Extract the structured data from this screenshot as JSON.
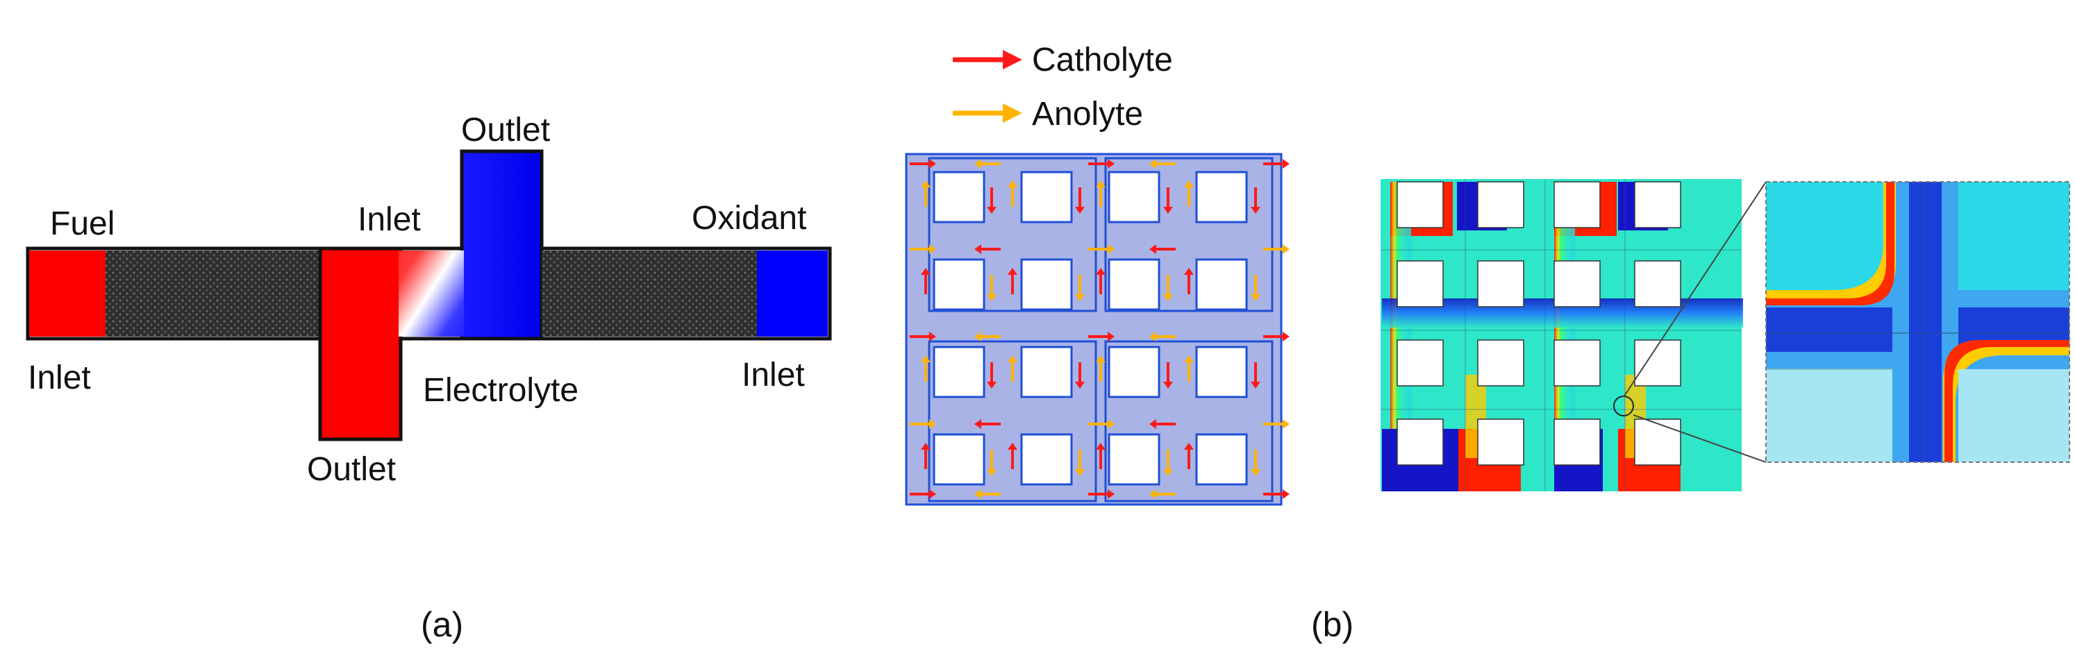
{
  "panel_a": {
    "labels": {
      "fuel": "Fuel",
      "fuel_inlet": "Inlet",
      "electrolyte_inlet": "Inlet",
      "top_outlet": "Outlet",
      "oxidant": "Oxidant",
      "oxidant_inlet": "Inlet",
      "electrolyte": "Electrolyte",
      "bottom_outlet": "Outlet"
    },
    "caption": "(a)",
    "colors": {
      "fuel": "#ff0000",
      "oxidant": "#0000ff",
      "porous": "#3a3a3a"
    }
  },
  "panel_b": {
    "legend": [
      {
        "label": "Catholyte",
        "color": "#ff1a1a"
      },
      {
        "label": "Anolyte",
        "color": "#ffb300"
      }
    ],
    "caption": "(b)",
    "colors": {
      "grid_fill": "#a9b3e6",
      "grid_border": "#1f4fd6"
    }
  }
}
